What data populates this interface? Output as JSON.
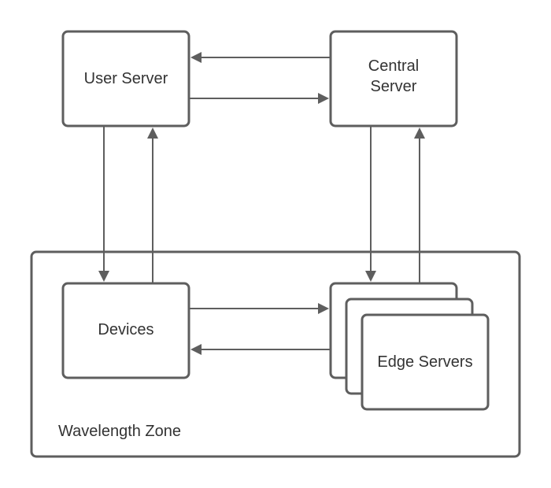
{
  "nodes": {
    "user_server": "User Server",
    "central_server_line1": "Central",
    "central_server_line2": "Server",
    "devices": "Devices",
    "edge_servers": "Edge Servers"
  },
  "zone": {
    "label": "Wavelength Zone"
  },
  "colors": {
    "stroke": "#5e5e5e",
    "text": "#333333",
    "background": "#ffffff"
  }
}
